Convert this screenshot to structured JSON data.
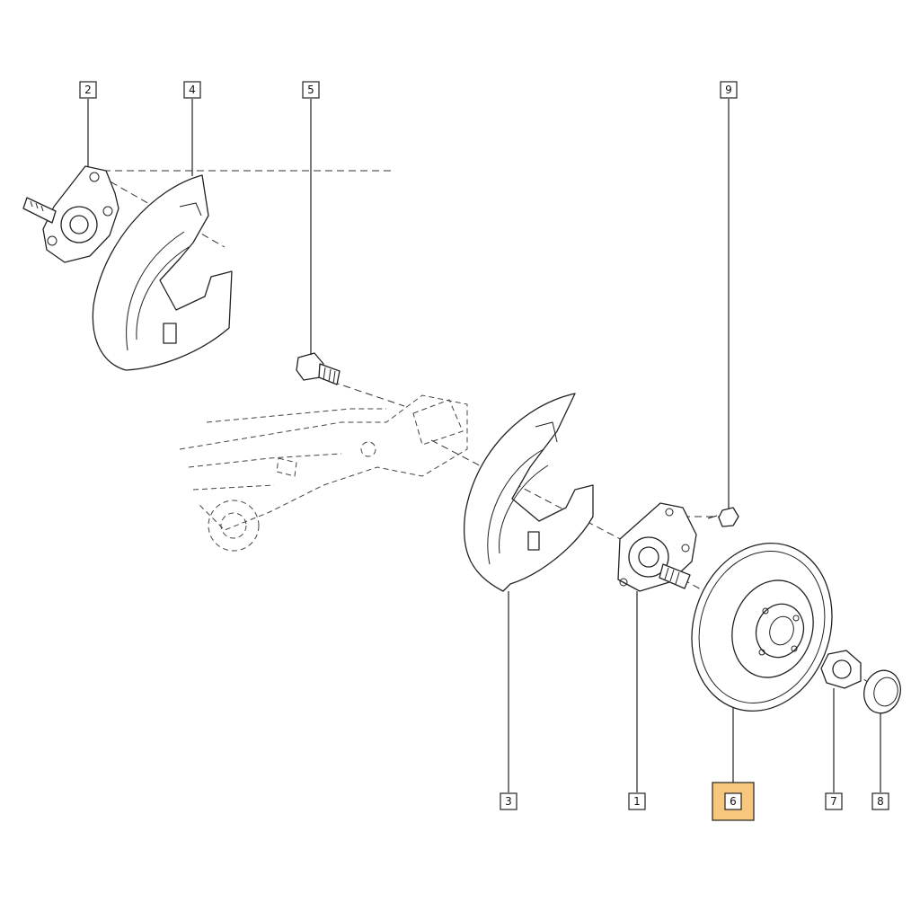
{
  "callouts": [
    {
      "id": "1",
      "label": "1",
      "highlight": false
    },
    {
      "id": "2",
      "label": "2",
      "highlight": false
    },
    {
      "id": "3",
      "label": "3",
      "highlight": false
    },
    {
      "id": "4",
      "label": "4",
      "highlight": false
    },
    {
      "id": "5",
      "label": "5",
      "highlight": false
    },
    {
      "id": "6",
      "label": "6",
      "highlight": true
    },
    {
      "id": "7",
      "label": "7",
      "highlight": false
    },
    {
      "id": "8",
      "label": "8",
      "highlight": false
    },
    {
      "id": "9",
      "label": "9",
      "highlight": false
    }
  ],
  "colors": {
    "highlight": "#f7c77d",
    "line": "#222222",
    "background": "#ffffff"
  }
}
